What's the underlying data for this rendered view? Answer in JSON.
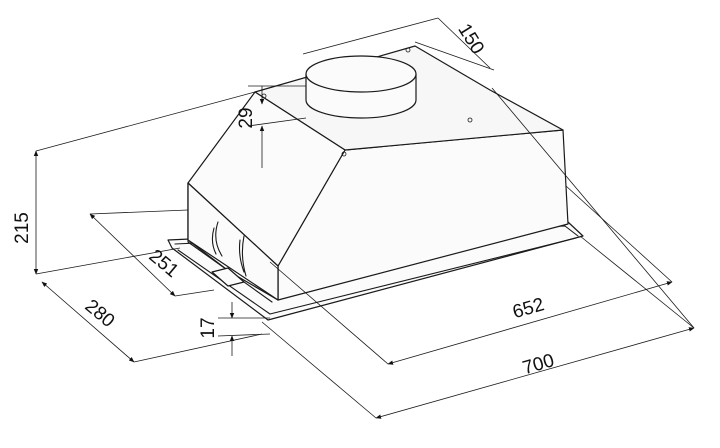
{
  "dimensions": {
    "width_total": "700",
    "width_inner": "652",
    "depth_total": "280",
    "depth_inner": "251",
    "height_total": "215",
    "outlet_height": "29",
    "outlet_diameter": "150",
    "panel_thickness": "17"
  }
}
